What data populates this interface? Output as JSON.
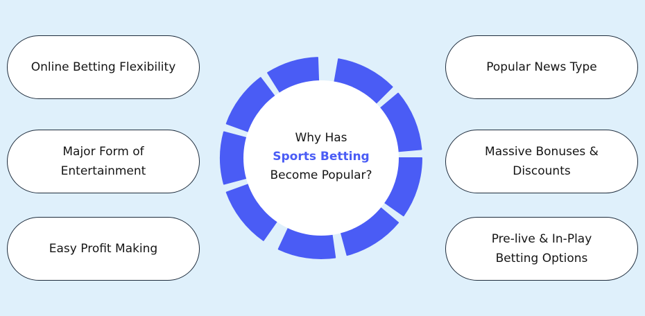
{
  "left_items": [
    "Online Betting Flexibility",
    "Major Form of\nEntertainment",
    "Easy Profit Making"
  ],
  "right_items": [
    "Popular News Type",
    "Massive Bonuses &\nDiscounts",
    "Pre-live & In-Play\nBetting Options"
  ],
  "center": {
    "line1": "Why Has",
    "highlight": "Sports Betting",
    "line3": "Become Popular?"
  },
  "colors": {
    "accent": "#4a5cf5",
    "background": "#dff0fb",
    "pill_border": "#1c2a3a"
  }
}
